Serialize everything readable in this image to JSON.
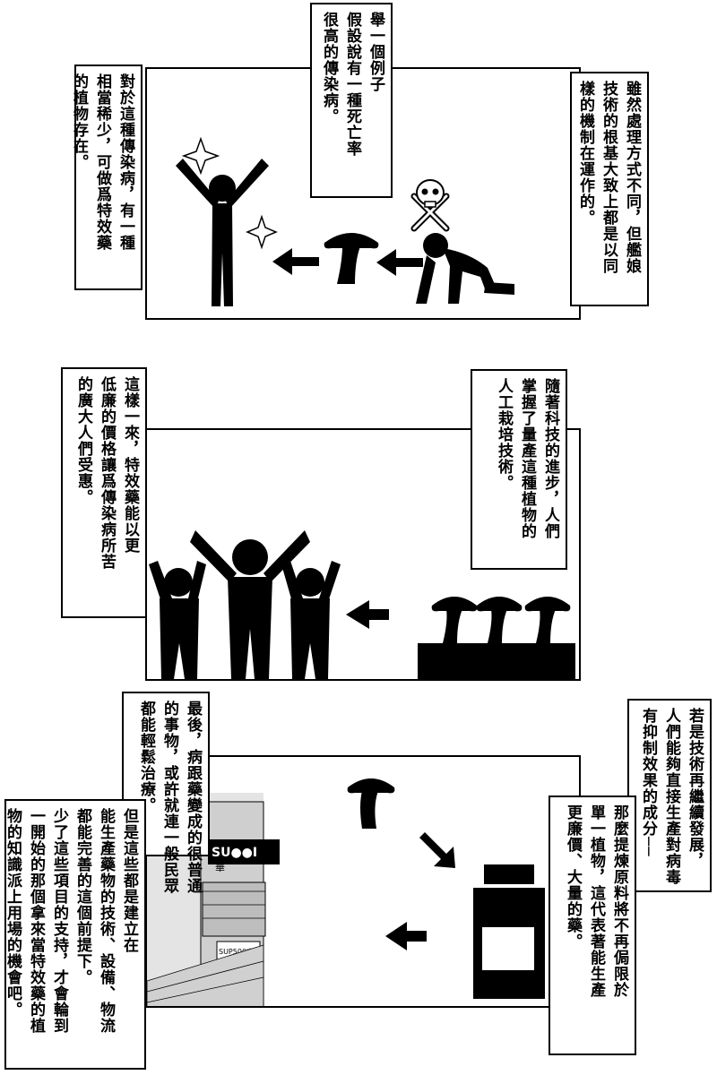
{
  "captions": {
    "c1": [
      "舉一個例子",
      "假設說有一種死亡率",
      "很高的傳染病。"
    ],
    "c2": [
      "對於這種傳染病，有一種",
      "相當稀少，可做爲特效藥",
      "的植物存在。"
    ],
    "c3": [
      "雖然處理方式不同，但艦娘",
      "技術的根基大致上都是以同",
      "樣的機制在運作的。"
    ],
    "c4": [
      "隨著科技的進步，人們",
      "掌握了量產這種植物的",
      "人工栽培技術。"
    ],
    "c5": [
      "這樣一來，特效藥能以更",
      "低廉的價格讓爲傳染病所苦",
      "的廣大人們受惠。"
    ],
    "c6": [
      "最後，病跟藥變成的很普通",
      "的事物，或許就連一般民眾",
      "都能輕鬆治療。"
    ],
    "c7": [
      "若是技術再繼續發展，",
      "人們能夠直接生產對病毒",
      "有抑制效果的成分──"
    ],
    "c8": [
      "那麼提煉原料將不再侷限於",
      "單一植物，這代表著能生產",
      "更廉價、大量的藥。"
    ],
    "c9": [
      "但是這些都是建立在",
      "能生產藥物的技術、設備、物流",
      "都能完善的這個前提下。",
      "少了這些項目的支持，才會輪到",
      "一開始的那個拿來當特效藥的植",
      "物的知識派上用場的機會吧。"
    ]
  },
  "building": {
    "sign": "SU●●I",
    "sign_sub": "華",
    "small_sign": "SUP500中川"
  },
  "colors": {
    "ink": "#000000",
    "paper": "#ffffff",
    "gray": "#d8d8d8"
  }
}
